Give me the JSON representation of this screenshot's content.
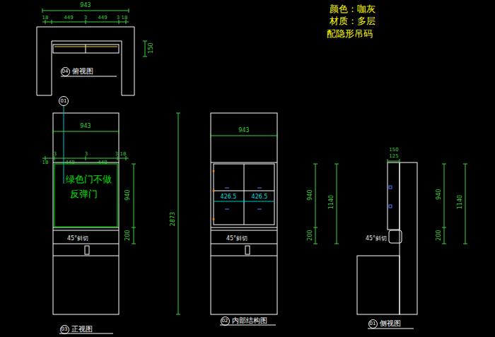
{
  "diagram": {
    "nodes": [
      {
        "text": [
          "04",
          "俯视图"
        ]
      },
      {
        "text": [
          "01"
        ]
      },
      {
        "text": [
          "03",
          "正视图"
        ]
      },
      {
        "text": [
          "02",
          "内部结构图"
        ]
      },
      {
        "text": [
          "01",
          "侧视图"
        ]
      }
    ],
    "labels": [
      "颜色：咖灰",
      "材质：多层",
      "配隐形吊码",
      "943",
      "18",
      "449",
      "3",
      "449",
      "3",
      "18",
      "150",
      "943",
      "3",
      "3",
      "3",
      "18",
      "18",
      "449",
      "449",
      "绿色门不做",
      "反弹门",
      "940",
      "200",
      "45°斜切",
      "2873",
      "943",
      "426.5",
      "426.5",
      "45°斜切",
      "940",
      "1140",
      "200",
      "150",
      "125",
      "45°斜切",
      "940",
      "1140",
      "200"
    ]
  }
}
